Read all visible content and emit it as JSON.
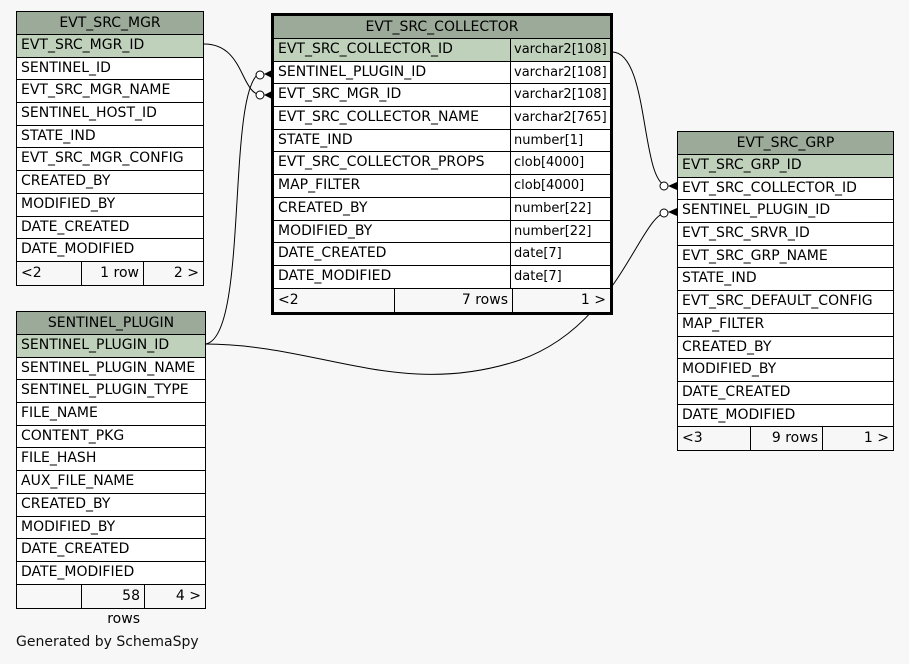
{
  "tables": {
    "mgr": {
      "name": "EVT_SRC_MGR",
      "columns": [
        "EVT_SRC_MGR_ID",
        "SENTINEL_ID",
        "EVT_SRC_MGR_NAME",
        "SENTINEL_HOST_ID",
        "STATE_IND",
        "EVT_SRC_MGR_CONFIG",
        "CREATED_BY",
        "MODIFIED_BY",
        "DATE_CREATED",
        "DATE_MODIFIED"
      ],
      "footer": [
        "<2",
        "1 row",
        "2 >"
      ]
    },
    "collector": {
      "name": "EVT_SRC_COLLECTOR",
      "columns": [
        {
          "n": "EVT_SRC_COLLECTOR_ID",
          "t": "varchar2[108]"
        },
        {
          "n": "SENTINEL_PLUGIN_ID",
          "t": "varchar2[108]"
        },
        {
          "n": "EVT_SRC_MGR_ID",
          "t": "varchar2[108]"
        },
        {
          "n": "EVT_SRC_COLLECTOR_NAME",
          "t": "varchar2[765]"
        },
        {
          "n": "STATE_IND",
          "t": "number[1]"
        },
        {
          "n": "EVT_SRC_COLLECTOR_PROPS",
          "t": "clob[4000]"
        },
        {
          "n": "MAP_FILTER",
          "t": "clob[4000]"
        },
        {
          "n": "CREATED_BY",
          "t": "number[22]"
        },
        {
          "n": "MODIFIED_BY",
          "t": "number[22]"
        },
        {
          "n": "DATE_CREATED",
          "t": "date[7]"
        },
        {
          "n": "DATE_MODIFIED",
          "t": "date[7]"
        }
      ],
      "footer": [
        "<2",
        "7 rows",
        "1 >"
      ]
    },
    "grp": {
      "name": "EVT_SRC_GRP",
      "columns": [
        "EVT_SRC_GRP_ID",
        "EVT_SRC_COLLECTOR_ID",
        "SENTINEL_PLUGIN_ID",
        "EVT_SRC_SRVR_ID",
        "EVT_SRC_GRP_NAME",
        "STATE_IND",
        "EVT_SRC_DEFAULT_CONFIG",
        "MAP_FILTER",
        "CREATED_BY",
        "MODIFIED_BY",
        "DATE_CREATED",
        "DATE_MODIFIED"
      ],
      "footer": [
        "<3",
        "9 rows",
        "1 >"
      ]
    },
    "plugin": {
      "name": "SENTINEL_PLUGIN",
      "columns": [
        "SENTINEL_PLUGIN_ID",
        "SENTINEL_PLUGIN_NAME",
        "SENTINEL_PLUGIN_TYPE",
        "FILE_NAME",
        "CONTENT_PKG",
        "FILE_HASH",
        "AUX_FILE_NAME",
        "CREATED_BY",
        "MODIFIED_BY",
        "DATE_CREATED",
        "DATE_MODIFIED"
      ],
      "footer": [
        "",
        "58 rows",
        "4 >"
      ]
    }
  },
  "generated": "Generated by SchemaSpy"
}
